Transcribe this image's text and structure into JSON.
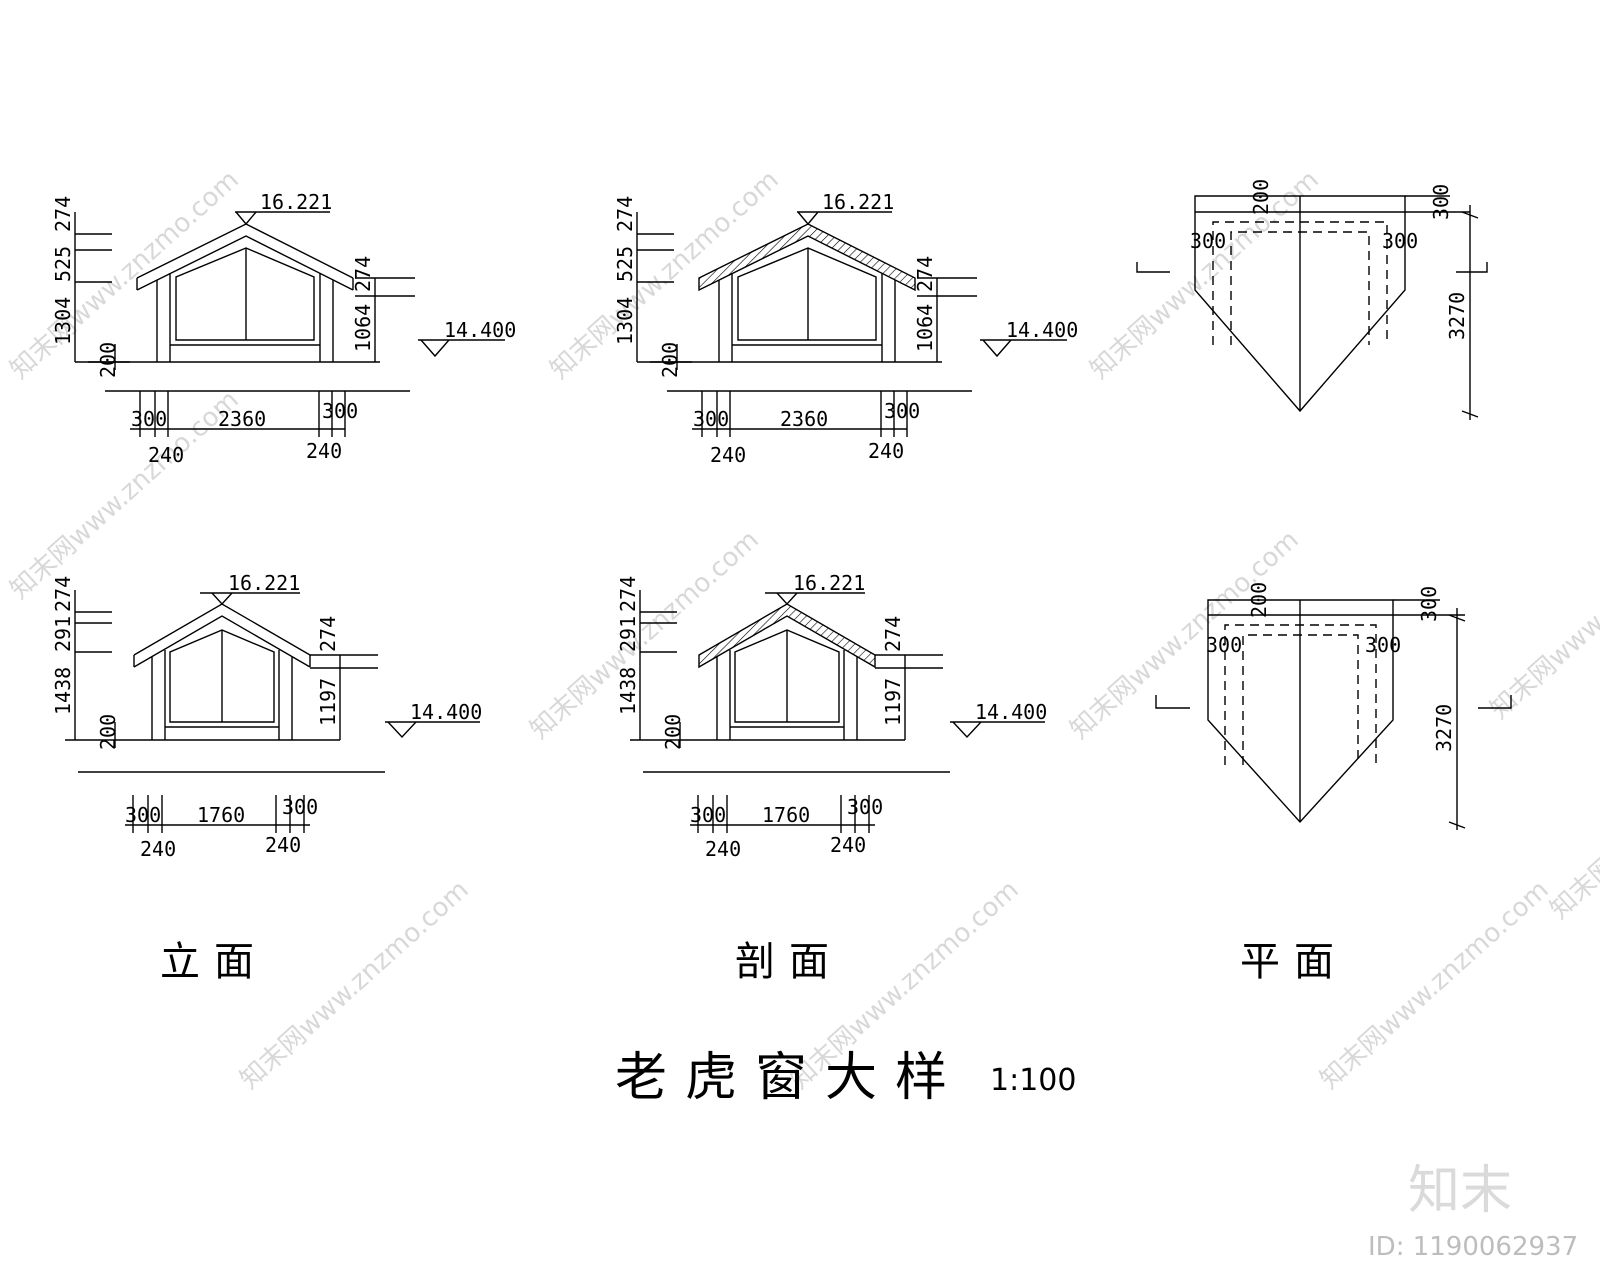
{
  "watermark": {
    "text": "知末网www.znzmo.com"
  },
  "brand": {
    "logo": "知末",
    "id": "ID: 1190062937"
  },
  "title": {
    "text": "老虎窗大样",
    "scale": "1:100"
  },
  "labels": {
    "elevation": "立面",
    "section": "剖面",
    "plan": "平面"
  },
  "views": {
    "elev1": {
      "top": "16.221",
      "level": "14.400",
      "left_dims": [
        "274",
        "525",
        "1304",
        "200"
      ],
      "right_dims": [
        "274",
        "1064"
      ],
      "bottom_dims": [
        "300",
        "2360",
        "300",
        "240",
        "240"
      ]
    },
    "sect1": {
      "top": "16.221",
      "level": "14.400",
      "left_dims": [
        "274",
        "525",
        "1304",
        "200"
      ],
      "right_dims": [
        "274",
        "1064"
      ],
      "bottom_dims": [
        "300",
        "2360",
        "300",
        "240",
        "240"
      ]
    },
    "elev2": {
      "top": "16.221",
      "level": "14.400",
      "left_dims": [
        "274",
        "291",
        "1438",
        "200"
      ],
      "right_dims": [
        "274",
        "1197"
      ],
      "bottom_dims": [
        "300",
        "1760",
        "300",
        "240",
        "240"
      ]
    },
    "sect2": {
      "top": "16.221",
      "level": "14.400",
      "left_dims": [
        "274",
        "291",
        "1438",
        "200"
      ],
      "right_dims": [
        "274",
        "1197"
      ],
      "bottom_dims": [
        "300",
        "1760",
        "300",
        "240",
        "240"
      ]
    },
    "plan1": {
      "dims": [
        "200",
        "300",
        "300",
        "300",
        "3270"
      ]
    },
    "plan2": {
      "dims": [
        "200",
        "300",
        "300",
        "300",
        "3270"
      ]
    }
  }
}
